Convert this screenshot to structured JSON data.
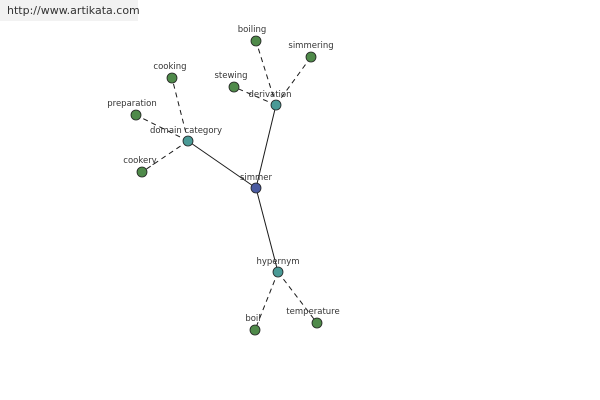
{
  "watermark": "http://www.artikata.com",
  "colors": {
    "center": "#4a5aa0",
    "relation": "#4a9a96",
    "term": "#4f8a4a",
    "edge": "#1a1a1a"
  },
  "graph": {
    "center": {
      "id": "simmer",
      "label": "simmer"
    },
    "relations": [
      {
        "id": "derivation",
        "label": "derivation",
        "terms": [
          "boiling",
          "simmering",
          "stewing"
        ]
      },
      {
        "id": "domain-category",
        "label": "domain category",
        "terms": [
          "cooking",
          "preparation",
          "cookery"
        ]
      },
      {
        "id": "hypernym",
        "label": "hypernym",
        "terms": [
          "boil",
          "temperature"
        ]
      }
    ]
  }
}
